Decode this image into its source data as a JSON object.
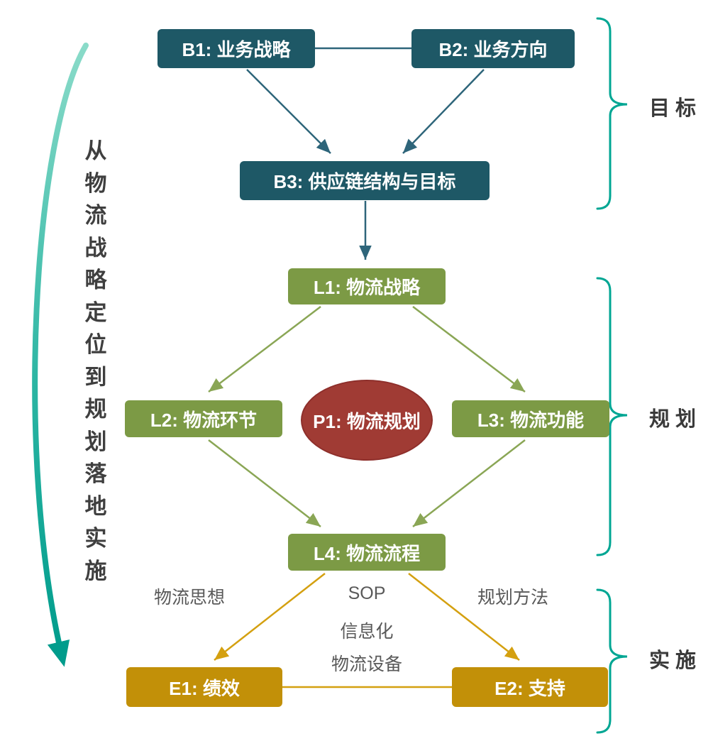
{
  "diagram_title": "从物流战略定位到规划落地实施",
  "nodes": {
    "b1": "B1: 业务战略",
    "b2": "B2: 业务方向",
    "b3": "B3: 供应链结构与目标",
    "l1": "L1: 物流战略",
    "l2": "L2: 物流环节",
    "l3": "L3: 物流功能",
    "l4": "L4: 物流流程",
    "p1": "P1: 物流规划",
    "e1": "E1: 绩效",
    "e2": "E2: 支持"
  },
  "annotations": {
    "left": "物流思想",
    "center_top": "SOP",
    "center_mid": "信息化",
    "center_bottom": "物流设备",
    "right": "规划方法"
  },
  "stages": {
    "goal": "目 标",
    "plan": "规 划",
    "implement": "实 施"
  },
  "colors": {
    "business_box": "#1E5866",
    "business_arrow": "#2E657A",
    "logistics_box": "#7C9A45",
    "logistics_arrow": "#8AA655",
    "planning_ellipse": "#A03B34",
    "execution_box": "#C29008",
    "execution_arrow": "#D4A010",
    "brace": "#00A693",
    "side_arrow_start": "#8ADBC9",
    "side_arrow_end": "#009C8C",
    "annotation_text": "#595959",
    "stage_text": "#3A3A3A"
  }
}
